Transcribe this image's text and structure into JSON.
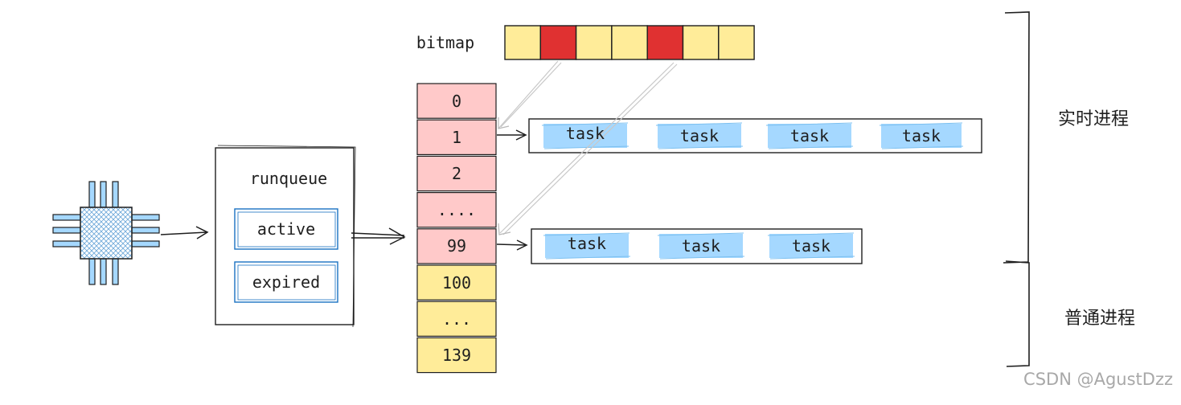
{
  "labels": {
    "bitmap": "bitmap",
    "runqueue": "runqueue",
    "active": "active",
    "expired": "expired",
    "realtime": "实时进程",
    "normal": "普通进程"
  },
  "bitmap_cells": [
    {
      "set": false
    },
    {
      "set": true
    },
    {
      "set": false
    },
    {
      "set": false
    },
    {
      "set": true
    },
    {
      "set": false
    },
    {
      "set": false
    }
  ],
  "priority_cells": [
    {
      "label": "0",
      "kind": "realtime"
    },
    {
      "label": "1",
      "kind": "realtime"
    },
    {
      "label": "2",
      "kind": "realtime"
    },
    {
      "label": "....",
      "kind": "realtime"
    },
    {
      "label": "99",
      "kind": "realtime"
    },
    {
      "label": "100",
      "kind": "normal"
    },
    {
      "label": "...",
      "kind": "normal"
    },
    {
      "label": "139",
      "kind": "normal"
    }
  ],
  "task_lists": [
    {
      "priority": "1",
      "tasks": [
        "task",
        "task",
        "task",
        "task"
      ]
    },
    {
      "priority": "99",
      "tasks": [
        "task",
        "task",
        "task"
      ]
    }
  ],
  "colors": {
    "bitmap_set": "#e03131",
    "bitmap_clear": "#ffec99",
    "realtime_cell": "#ffc9c9",
    "normal_cell": "#ffec99",
    "task_fill": "#a5d8ff",
    "inner_box_stroke": "#1971c2",
    "cpu_fill": "#a5d8ff",
    "pointer_line": "#cccccc"
  },
  "watermark": "CSDN @AgustDzz"
}
